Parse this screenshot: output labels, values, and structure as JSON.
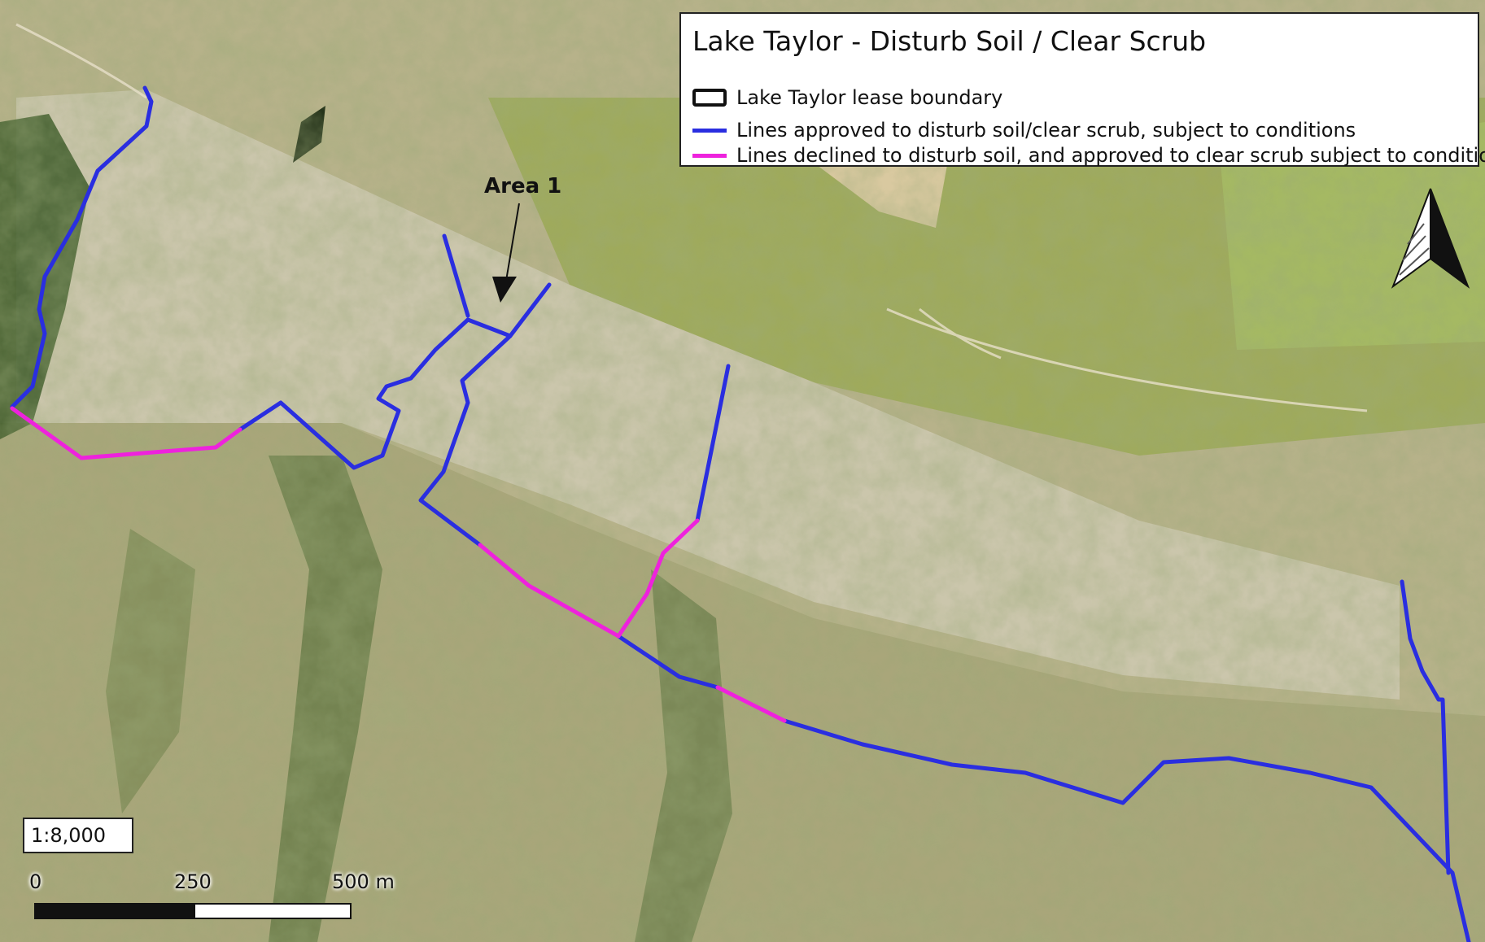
{
  "title": "Lake Taylor - Disturb Soil / Clear Scrub",
  "legend": {
    "items": [
      {
        "label": "Lake Taylor lease boundary",
        "symbol": "boundary-box",
        "color": "#111111"
      },
      {
        "label": "Lines approved to disturb soil/clear scrub, subject to conditions",
        "symbol": "line",
        "color": "#2a2ee0"
      },
      {
        "label": "Lines declined to disturb soil, and approved to clear scrub subject to conditions",
        "symbol": "line",
        "color": "#ee22dd"
      }
    ]
  },
  "annotation": {
    "label": "Area 1"
  },
  "scale": {
    "ratio": "1:8,000",
    "ticks": [
      "0",
      "250",
      "500 m"
    ]
  },
  "north_arrow": {
    "icon": "north-arrow-icon"
  },
  "colors": {
    "approved": "#2a2ee0",
    "declined": "#ee22dd",
    "terrain_dry": "#c7bd95",
    "terrain_green": "#8f9d55",
    "vegetation_dark": "#4d6a33",
    "pasture": "#a9b65e"
  }
}
